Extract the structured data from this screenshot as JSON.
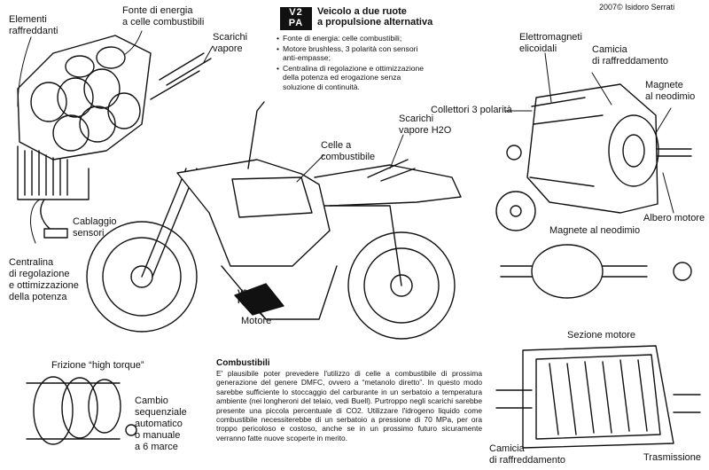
{
  "header": {
    "logo_line1": "V2",
    "logo_line2": "PA",
    "title_line1": "Veicolo a due ruote",
    "title_line2": "a propulsione alternativa",
    "features": [
      "Fonte di energia: celle combustibili;",
      "Motore brushless, 3 polarità con sensori anti-empasse;",
      "Centralina di regolazione e ottimizzazione della potenza ed erogazione senza soluzione di continuità."
    ]
  },
  "copyright": "2007© Isidoro Serrati",
  "labels": {
    "elementi_raffreddanti": [
      "Elementi",
      "raffreddanti"
    ],
    "fonte_energia": [
      "Fonte di energia",
      "a celle combustibili"
    ],
    "scarichi_vapore": [
      "Scarichi",
      "vapore"
    ],
    "cablaggio_sensori": [
      "Cablaggio",
      "sensori"
    ],
    "centralina": [
      "Centralina",
      "di regolazione",
      "e ottimizzazione",
      "della potenza"
    ],
    "celle_combustibile": [
      "Celle a",
      "combustibile"
    ],
    "scarichi_h2o": [
      "Scarichi",
      "vapore H2O"
    ],
    "motore": "Motore",
    "elettromagneti": [
      "Elettromagneti",
      "elicoidali"
    ],
    "camicia_top": [
      "Camicia",
      "di raffreddamento"
    ],
    "collettori": "Collettori 3 polarità",
    "magnete_top": [
      "Magnete",
      "al neodimio"
    ],
    "albero_motore": "Albero motore",
    "magnete_mid": "Magnete al neodimio",
    "sezione_motore": "Sezione motore",
    "camicia_bottom": [
      "Camicia",
      "di raffreddamento"
    ],
    "trasmissione": "Trasmissione",
    "frizione": "Frizione “high torque”",
    "cambio": [
      "Cambio",
      "sequenziale",
      "automatico",
      "o manuale",
      "a 6 marce"
    ],
    "bike_badge_line1": "V2",
    "bike_badge_line2": "PA"
  },
  "combustibili": {
    "title": "Combustibili",
    "body": "E' plausibile poter prevedere l'utilizzo di celle a combustibile di prossima generazione del genere DMFC, ovvero a “metanolo diretto”. In questo modo sarebbe sufficiente lo stoccaggio del carburante in un serbatoio a temperatura ambiente (nei longheroni del telaio, vedi Buell). Purtroppo negli scarichi sarebbe presente una piccola percentuale di CO2. Utilizzare l'idrogeno liquido come combustibile necessiterebbe di un serbatoio a pressione di  70 MPa, per ora troppo pericoloso e costoso, anche se in un prossimo futuro sicuramente verranno fatte nuove scoperte in merito."
  }
}
